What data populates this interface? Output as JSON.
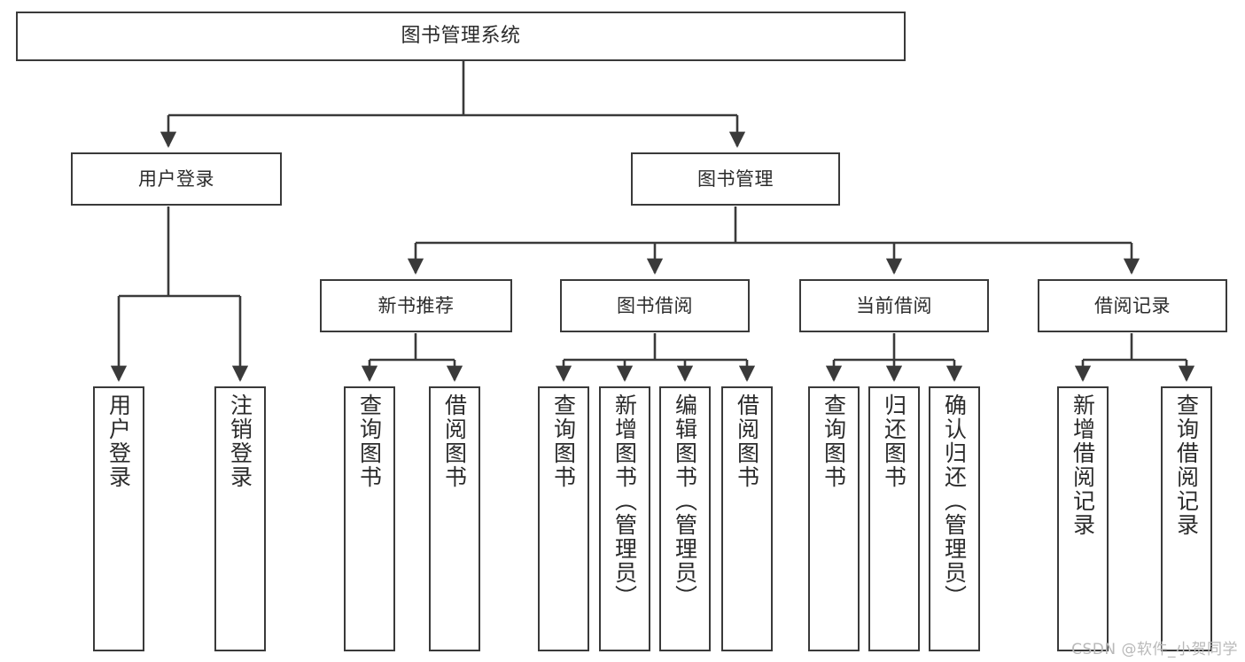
{
  "diagram": {
    "title": "图书管理系统",
    "type": "hierarchy-tree",
    "watermark": "CSDN @软件_小贺同学",
    "colors": {
      "stroke": "#3a3a3a",
      "box_fill": "#ffffff",
      "text": "#2b2b2b",
      "background": "#ffffff",
      "watermark": "#b9b9b9"
    },
    "nodes": {
      "root": {
        "label": "图书管理系统"
      },
      "level1": [
        {
          "id": "user-login",
          "label": "用户登录"
        },
        {
          "id": "book-manage",
          "label": "图书管理"
        }
      ],
      "level2": [
        {
          "id": "new-book-recommend",
          "label": "新书推荐"
        },
        {
          "id": "book-borrow",
          "label": "图书借阅"
        },
        {
          "id": "current-borrow",
          "label": "当前借阅"
        },
        {
          "id": "borrow-record",
          "label": "借阅记录"
        }
      ],
      "leaves": [
        {
          "id": "leaf-user-login",
          "label": "用户登录",
          "parent": "user-login"
        },
        {
          "id": "leaf-logout-login",
          "label": "注销登录",
          "parent": "user-login"
        },
        {
          "id": "leaf-query-book-1",
          "label": "查询图书",
          "parent": "new-book-recommend"
        },
        {
          "id": "leaf-borrow-book-1",
          "label": "借阅图书",
          "parent": "new-book-recommend"
        },
        {
          "id": "leaf-query-book-2",
          "label": "查询图书",
          "parent": "book-borrow"
        },
        {
          "id": "leaf-add-book",
          "label": "新增图书（管理员）",
          "parent": "book-borrow"
        },
        {
          "id": "leaf-edit-book",
          "label": "编辑图书（管理员）",
          "parent": "book-borrow"
        },
        {
          "id": "leaf-borrow-book-2",
          "label": "借阅图书",
          "parent": "book-borrow"
        },
        {
          "id": "leaf-query-book-3",
          "label": "查询图书",
          "parent": "current-borrow"
        },
        {
          "id": "leaf-return-book",
          "label": "归还图书",
          "parent": "current-borrow"
        },
        {
          "id": "leaf-confirm-return",
          "label": "确认归还（管理员）",
          "parent": "current-borrow"
        },
        {
          "id": "leaf-add-record",
          "label": "新增借阅记录",
          "parent": "borrow-record"
        },
        {
          "id": "leaf-query-record",
          "label": "查询借阅记录",
          "parent": "borrow-record"
        }
      ]
    }
  }
}
